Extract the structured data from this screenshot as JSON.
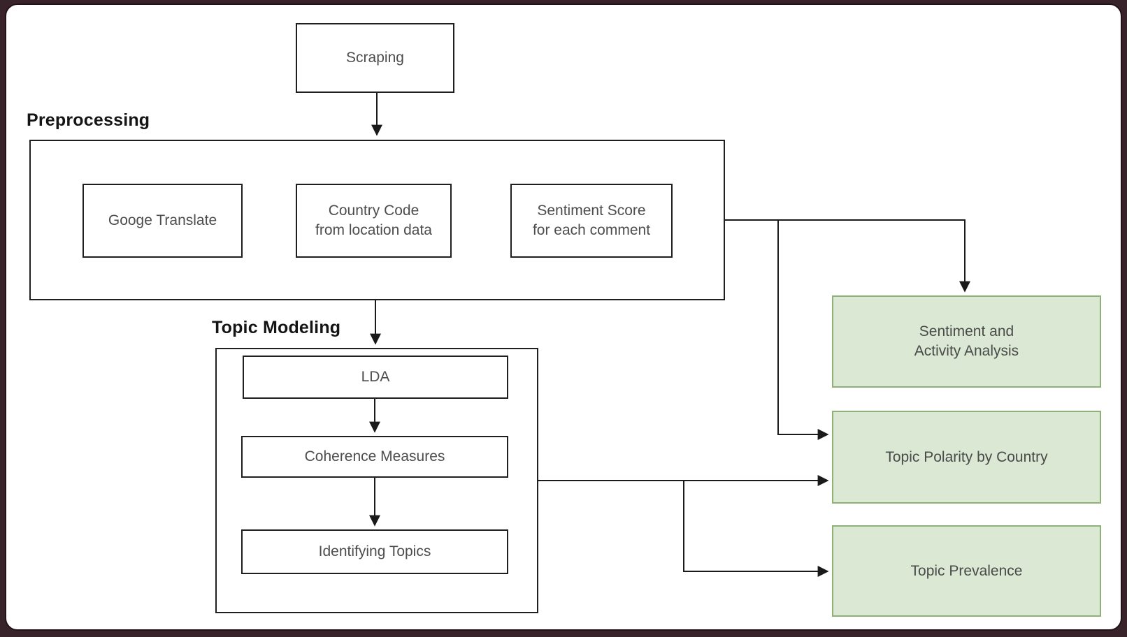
{
  "colors": {
    "frame": "#38232b",
    "canvas": "#ffffff",
    "box_border": "#1f1f1f",
    "box_text": "#4d4d4d",
    "section_label": "#141414",
    "green_fill": "#dbe8d3",
    "green_border": "#8fb177",
    "connector": "#1a1a1a"
  },
  "sections": {
    "preprocessing": {
      "label": "Preprocessing"
    },
    "topic_modeling": {
      "label": "Topic Modeling"
    }
  },
  "nodes": {
    "scraping": {
      "label": "Scraping"
    },
    "google_translate": {
      "label": "Googe Translate"
    },
    "country_code": {
      "label": "Country Code\nfrom location data"
    },
    "sentiment_score": {
      "label": "Sentiment Score\nfor each comment"
    },
    "lda": {
      "label": "LDA"
    },
    "coherence_measures": {
      "label": "Coherence Measures"
    },
    "identifying_topics": {
      "label": "Identifying Topics"
    },
    "sentiment_activity_analysis": {
      "label": "Sentiment and\nActivity Analysis"
    },
    "topic_polarity_by_country": {
      "label": "Topic Polarity by Country"
    },
    "topic_prevalence": {
      "label": "Topic Prevalence"
    }
  }
}
